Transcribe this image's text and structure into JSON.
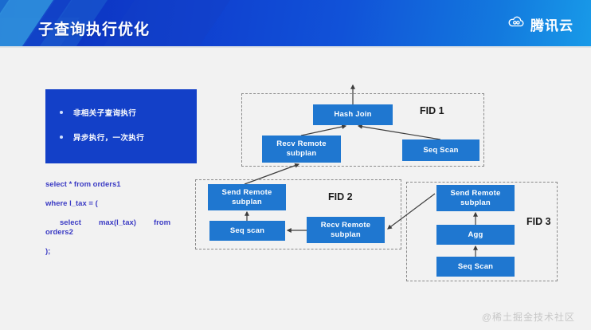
{
  "header": {
    "title": "子查询执行优化",
    "brand_text": "腾讯云",
    "brand_icon": "tencent-cloud-icon",
    "gradient_start": "#0b2fbb",
    "gradient_end": "#189ae8"
  },
  "left_panel": {
    "bullets": [
      {
        "text": "非相关子查询执行"
      },
      {
        "text": "异步执行，一次执行"
      }
    ],
    "box_color": "#1340c8",
    "sql": {
      "text_color": "#3b3bc4",
      "line1": "select * from orders1",
      "line2": "where l_tax = (",
      "line3_a": "select",
      "line3_b": "max(l_tax)",
      "line3_c": "from",
      "line3_d": "orders2",
      "line4": ");"
    }
  },
  "diagram": {
    "node_color": "#1f77d0",
    "region_border_color": "#8a8a8a",
    "regions": [
      {
        "id": "fid1",
        "label": "FID 1",
        "nodes": [
          {
            "id": "hash-join",
            "label": "Hash Join"
          },
          {
            "id": "recv-remote-1",
            "label": "Recv Remote\nsubplan",
            "line1": "Recv Remote",
            "line2": "subplan"
          },
          {
            "id": "seq-scan-1",
            "label": "Seq Scan"
          }
        ]
      },
      {
        "id": "fid2",
        "label": "FID 2",
        "nodes": [
          {
            "id": "send-remote-2",
            "label": "Send Remote subplan",
            "line1": "Send Remote",
            "line2": "subplan"
          },
          {
            "id": "seq-scan-2",
            "label": "Seq scan"
          },
          {
            "id": "recv-remote-2",
            "label": "Recv Remote subplan",
            "line1": "Recv Remote",
            "line2": "subplan"
          }
        ]
      },
      {
        "id": "fid3",
        "label": "FID 3",
        "nodes": [
          {
            "id": "send-remote-3",
            "label": "Send Remote subplan",
            "line1": "Send Remote",
            "line2": "subplan"
          },
          {
            "id": "agg",
            "label": "Agg"
          },
          {
            "id": "seq-scan-3",
            "label": "Seq Scan"
          }
        ]
      }
    ],
    "edges": [
      {
        "from": "hash-join",
        "to": "output",
        "kind": "up-arrow"
      },
      {
        "from": "recv-remote-1",
        "to": "hash-join",
        "kind": "diagonal"
      },
      {
        "from": "seq-scan-1",
        "to": "hash-join",
        "kind": "diagonal"
      },
      {
        "from": "send-remote-2",
        "to": "recv-remote-1",
        "kind": "diagonal"
      },
      {
        "from": "seq-scan-2",
        "to": "send-remote-2",
        "kind": "vertical"
      },
      {
        "from": "recv-remote-2",
        "to": "seq-scan-2",
        "kind": "horizontal"
      },
      {
        "from": "send-remote-3",
        "to": "recv-remote-2",
        "kind": "diagonal"
      },
      {
        "from": "agg",
        "to": "send-remote-3",
        "kind": "vertical"
      },
      {
        "from": "seq-scan-3",
        "to": "agg",
        "kind": "vertical"
      }
    ]
  },
  "watermark": {
    "text": "@稀土掘金技术社区"
  }
}
